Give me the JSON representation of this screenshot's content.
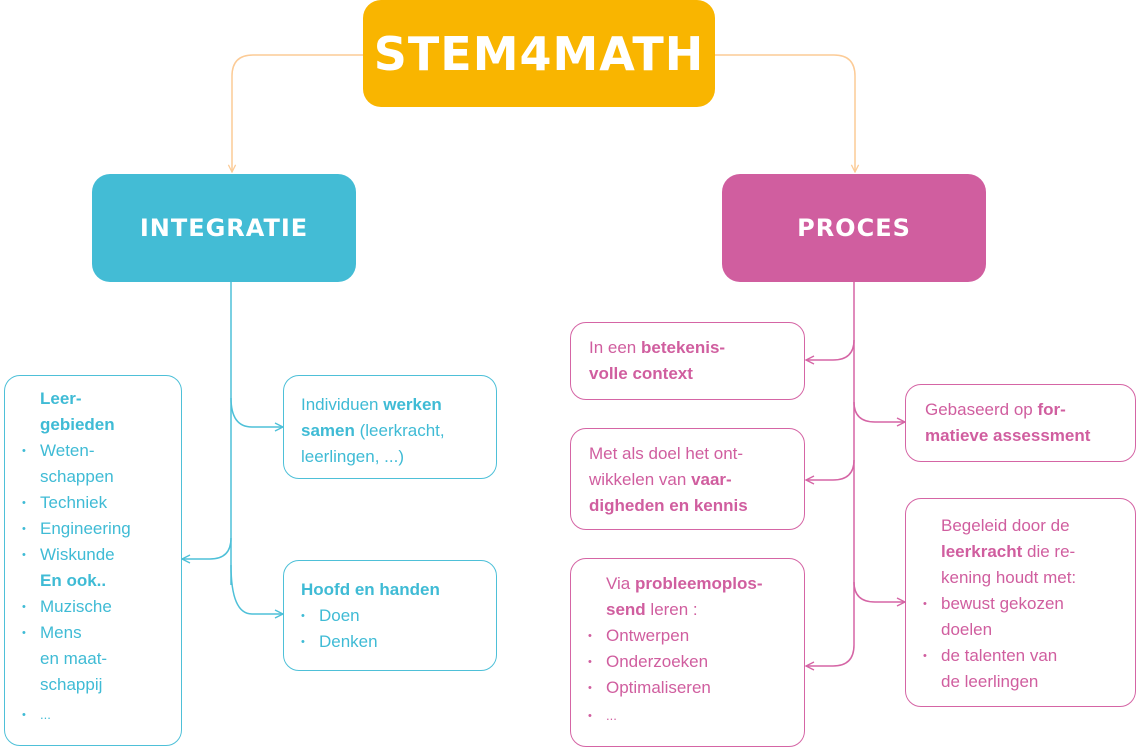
{
  "root": {
    "title": "STEM4MATH",
    "color": "#F9B500"
  },
  "integratie": {
    "title": "INTEGRATIE",
    "color": "#43BCD5",
    "leergebieden": {
      "heading_1": "Leer-",
      "heading_2": "gebieden",
      "items": [
        {
          "line1": "Weten-",
          "line2": "schappen"
        },
        {
          "line1": "Techniek"
        },
        {
          "line1": "Engineering"
        },
        {
          "line1": "Wiskunde"
        }
      ],
      "also_heading": "En ook..",
      "also_items": [
        {
          "line1": "Muzische"
        },
        {
          "line1": "Mens",
          "line2": "en maat-",
          "line3": "schappij"
        },
        {
          "line1": "..."
        }
      ]
    },
    "samenwerken": {
      "l1_normal": "Individuen ",
      "l1_bold": "werken",
      "l2_bold": "samen",
      "l2_normal": " (leerkracht,",
      "l3_normal": "leerlingen, ...)"
    },
    "hoofd_handen": {
      "heading": "Hoofd en handen",
      "items": [
        "Doen",
        "Denken"
      ]
    }
  },
  "proces": {
    "title": "PROCES",
    "color": "#D05E9F",
    "context": {
      "l1_normal": "In een ",
      "l1_bold": "betekenis-",
      "l2_bold": "volle context"
    },
    "doel": {
      "l1_normal": "Met als doel het ont-",
      "l2_normal": "wikkelen van ",
      "l2_bold": "vaar-",
      "l3_bold": "digheden en kennis"
    },
    "probleem": {
      "l1_normal": "Via ",
      "l1_bold": "probleemoplos-",
      "l2_bold": "send",
      "l2_normal": " leren :",
      "items": [
        "Ontwerpen",
        "Onderzoeken",
        "Optimaliseren",
        "..."
      ]
    },
    "formatief": {
      "l1_normal": "Gebaseerd op ",
      "l1_bold": "for-",
      "l2_bold": "matieve assessment"
    },
    "begeleid": {
      "l1_normal": "Begeleid door de",
      "l2_bold": "leerkracht",
      "l2_normal": " die re-",
      "l3_normal": "kening houdt met:",
      "items": [
        {
          "line1": "bewust gekozen",
          "line2": "doelen"
        },
        {
          "line1": "de talenten van",
          "line2": "de leerlingen"
        }
      ]
    }
  }
}
